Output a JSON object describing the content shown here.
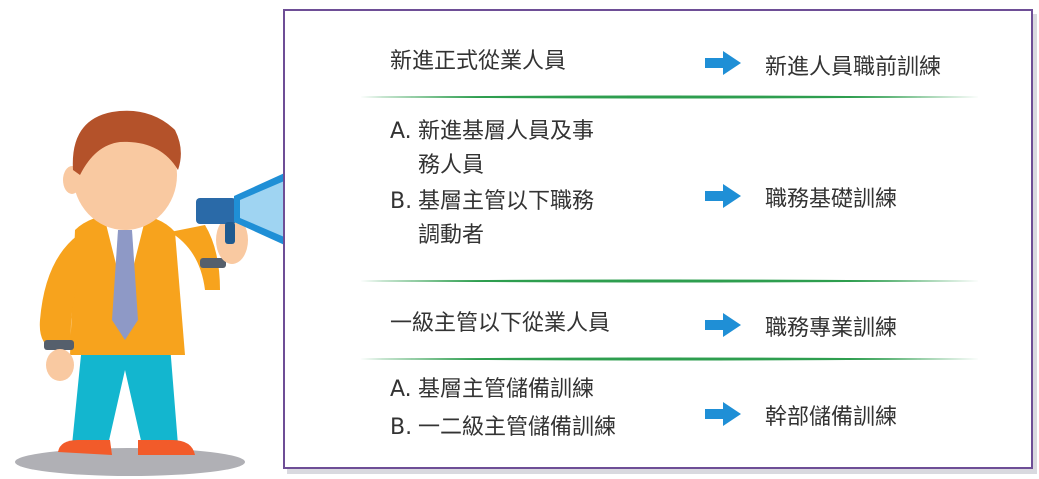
{
  "rows": [
    {
      "left_plain": "新進正式從業人員",
      "right": "新進人員職前訓練"
    },
    {
      "items": [
        {
          "mark": "A.",
          "text": "新進基層人員及事務人員"
        },
        {
          "mark": "B.",
          "text": "基層主管以下職務調動者"
        }
      ],
      "right": "職務基礎訓練"
    },
    {
      "left_plain": "一級主管以下從業人員",
      "right": "職務專業訓練"
    },
    {
      "items": [
        {
          "mark": "A.",
          "text": "基層主管儲備訓練"
        },
        {
          "mark": "B.",
          "text": "一二級主管儲備訓練"
        }
      ],
      "right": "幹部儲備訓練"
    }
  ],
  "colors": {
    "border": "#6e4e96",
    "divider": "#2e9e4f",
    "arrow": "#1f8fd6"
  },
  "icons": [
    "megaphone-icon",
    "arrow-right-icon"
  ]
}
